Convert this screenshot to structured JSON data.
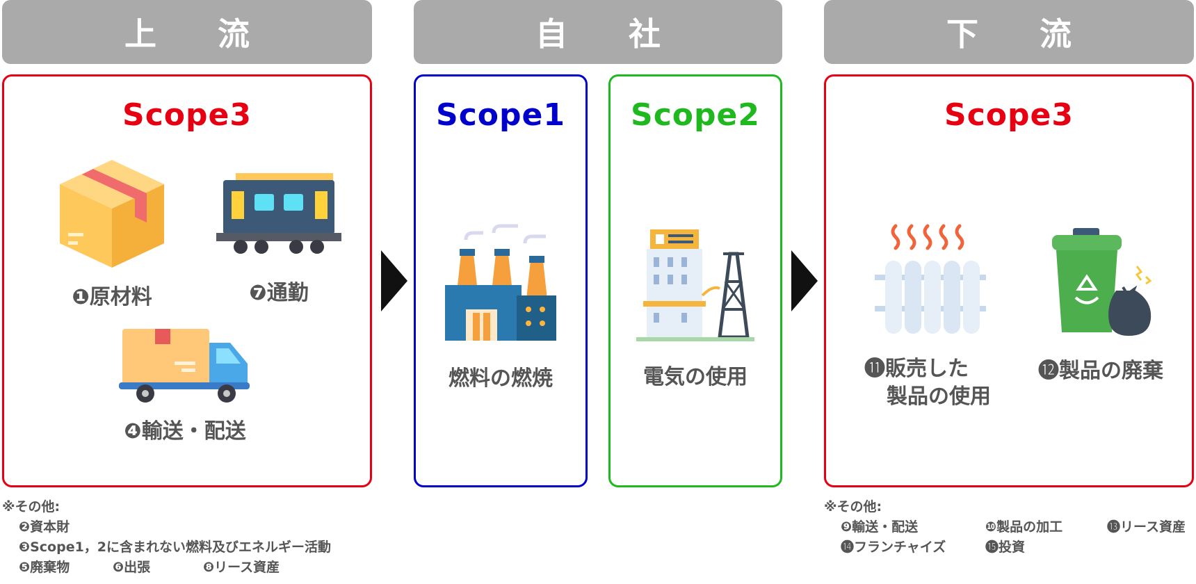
{
  "headers": {
    "upstream": "上 流",
    "own": "自 社",
    "downstream": "下 流"
  },
  "scopes": {
    "up": "Scope3",
    "s1": "Scope1",
    "s2": "Scope2",
    "down": "Scope3"
  },
  "colors": {
    "scope3": "#e60012",
    "scope1": "#0000cc",
    "scope2": "#1fb81f",
    "header": "#aaaaaa"
  },
  "upstream_items": {
    "raw": "❶原材料",
    "commute": "❼通勤",
    "transport": "❹輸送・配送"
  },
  "own_items": {
    "s1": "燃料の燃焼",
    "s2": "電気の使用"
  },
  "downstream_items": {
    "use_line1": "⓫販売した",
    "use_line2": "製品の使用",
    "disposal": "⓬製品の廃棄"
  },
  "notes_left": {
    "title": "※その他:",
    "l1": "❷資本財",
    "l2": "❸Scope1，2に含まれない燃料及びエネルギー活動",
    "l3a": "❺廃棄物",
    "l3b": "❻出張",
    "l3c": "❽リース資産"
  },
  "notes_right": {
    "title": "※その他:",
    "r1a": "❾輸送・配送",
    "r1b": "❿製品の加工",
    "r1c": "⓭リース資産",
    "r2a": "⓮フランチャイズ",
    "r2b": "⓯投資"
  },
  "icons": [
    "box-icon",
    "train-icon",
    "truck-icon",
    "factory-icon",
    "power-plant-icon",
    "heater-icon",
    "recycle-bin-icon"
  ]
}
